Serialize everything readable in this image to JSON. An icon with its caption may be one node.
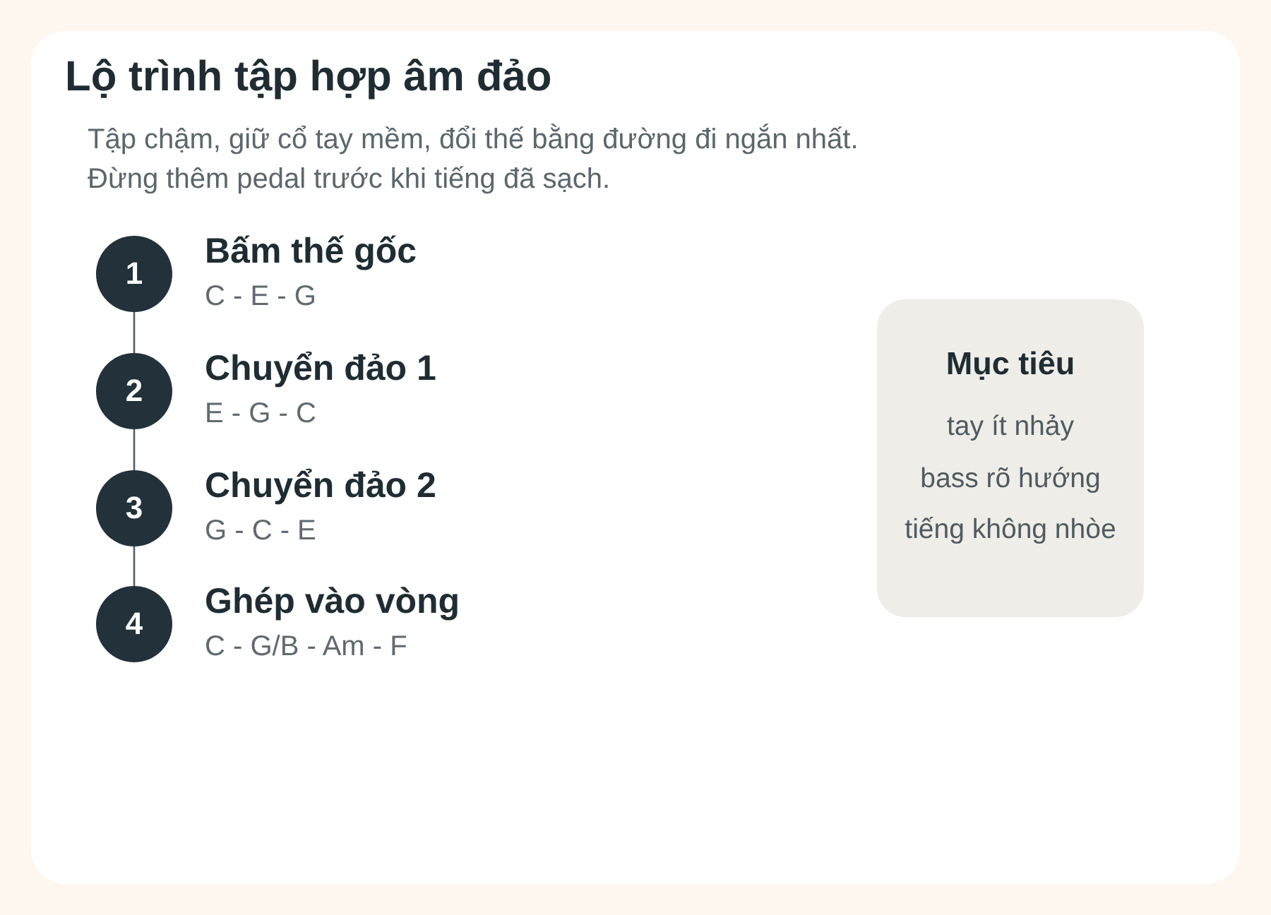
{
  "diagram": {
    "title": "Lộ trình tập hợp âm đảo",
    "nodes": [
      {
        "text": [
          "1"
        ],
        "beside": [
          "Bấm thế gốc",
          "C - E - G"
        ]
      },
      {
        "text": [
          "2"
        ],
        "beside": [
          "Chuyển đảo 1",
          "E - G - C"
        ]
      },
      {
        "text": [
          "3"
        ],
        "beside": [
          "Chuyển đảo 2",
          "G - C - E"
        ]
      },
      {
        "text": [
          "4"
        ],
        "beside": [
          "Ghép vào vòng",
          "C - G/B - Am - F"
        ]
      },
      {
        "text": [
          "Mục tiêu",
          "tay ít nhảy",
          "bass rõ hướng",
          "tiếng không nhòe"
        ]
      }
    ],
    "edges": [
      {
        "from": 0,
        "to": 1,
        "arrow": "none"
      },
      {
        "from": 1,
        "to": 2,
        "arrow": "none"
      },
      {
        "from": 2,
        "to": 3,
        "arrow": "none"
      }
    ],
    "labels": [
      "Tập chậm, giữ cổ tay mềm, đổi thế bằng đường đi ngắn nhất.",
      "Đừng thêm pedal trước khi tiếng đã sạch."
    ]
  }
}
